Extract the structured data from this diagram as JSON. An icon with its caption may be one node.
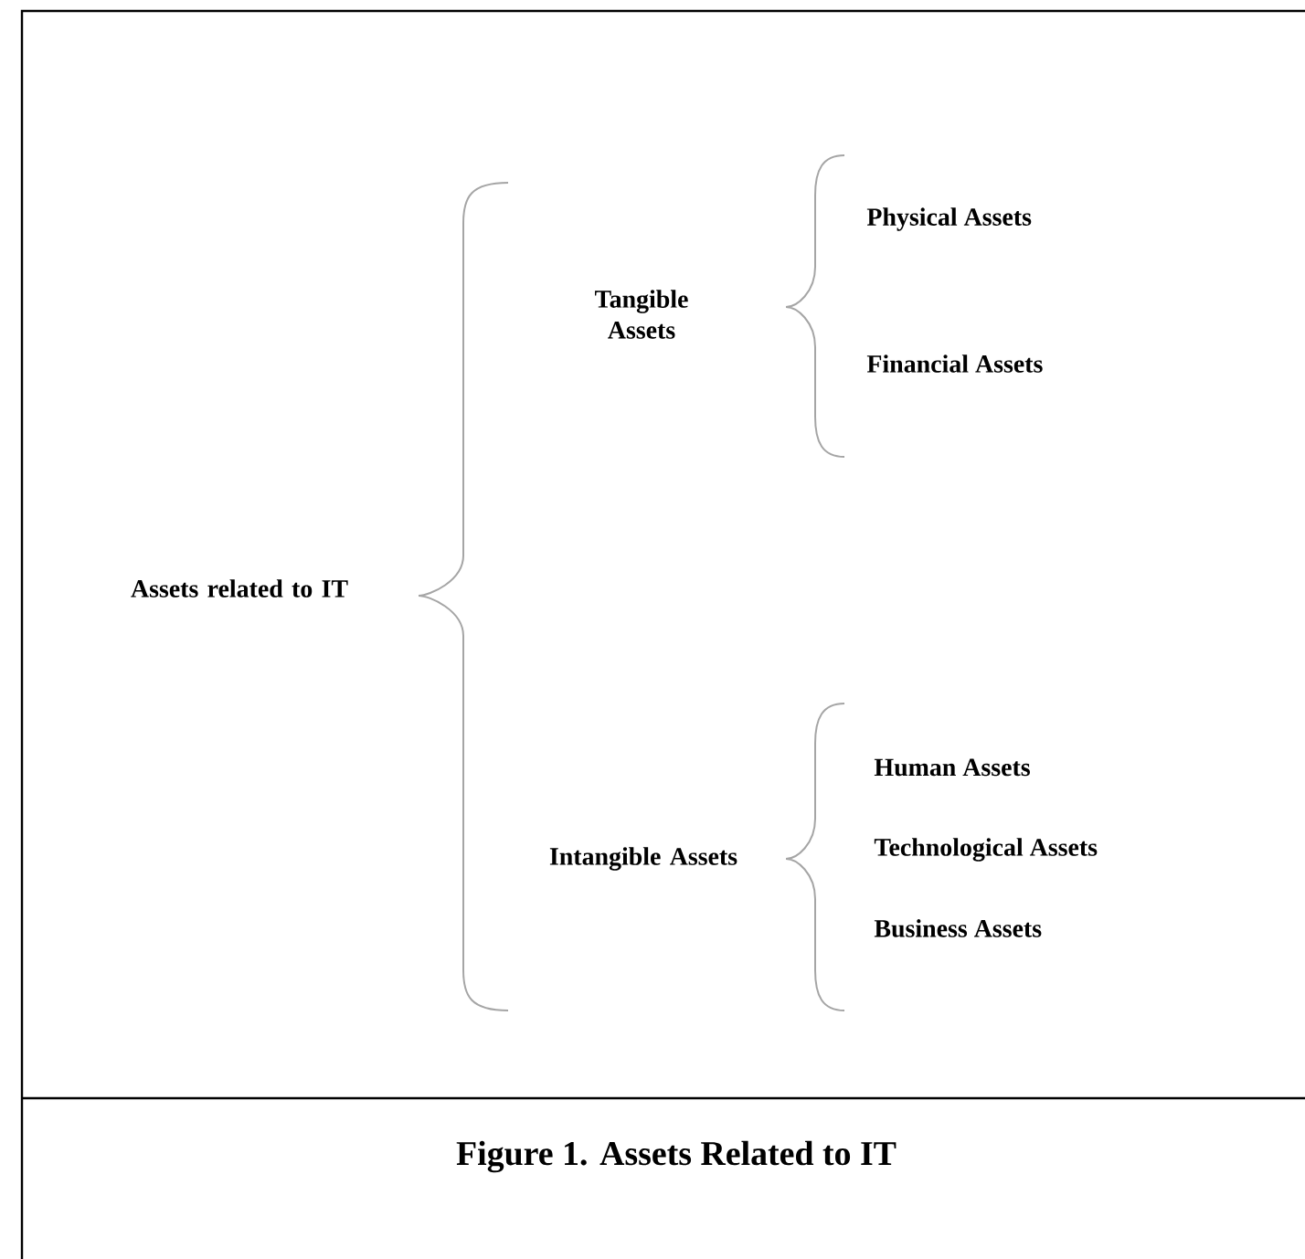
{
  "diagram": {
    "caption": "Figure 1.  Assets Related to IT",
    "labels": [
      "Assets related to IT",
      "Tangible Assets",
      "Physical Assets",
      "Financial Assets",
      "Intangible Assets",
      "Human Assets",
      "Technological Assets",
      "Business Assets"
    ]
  }
}
